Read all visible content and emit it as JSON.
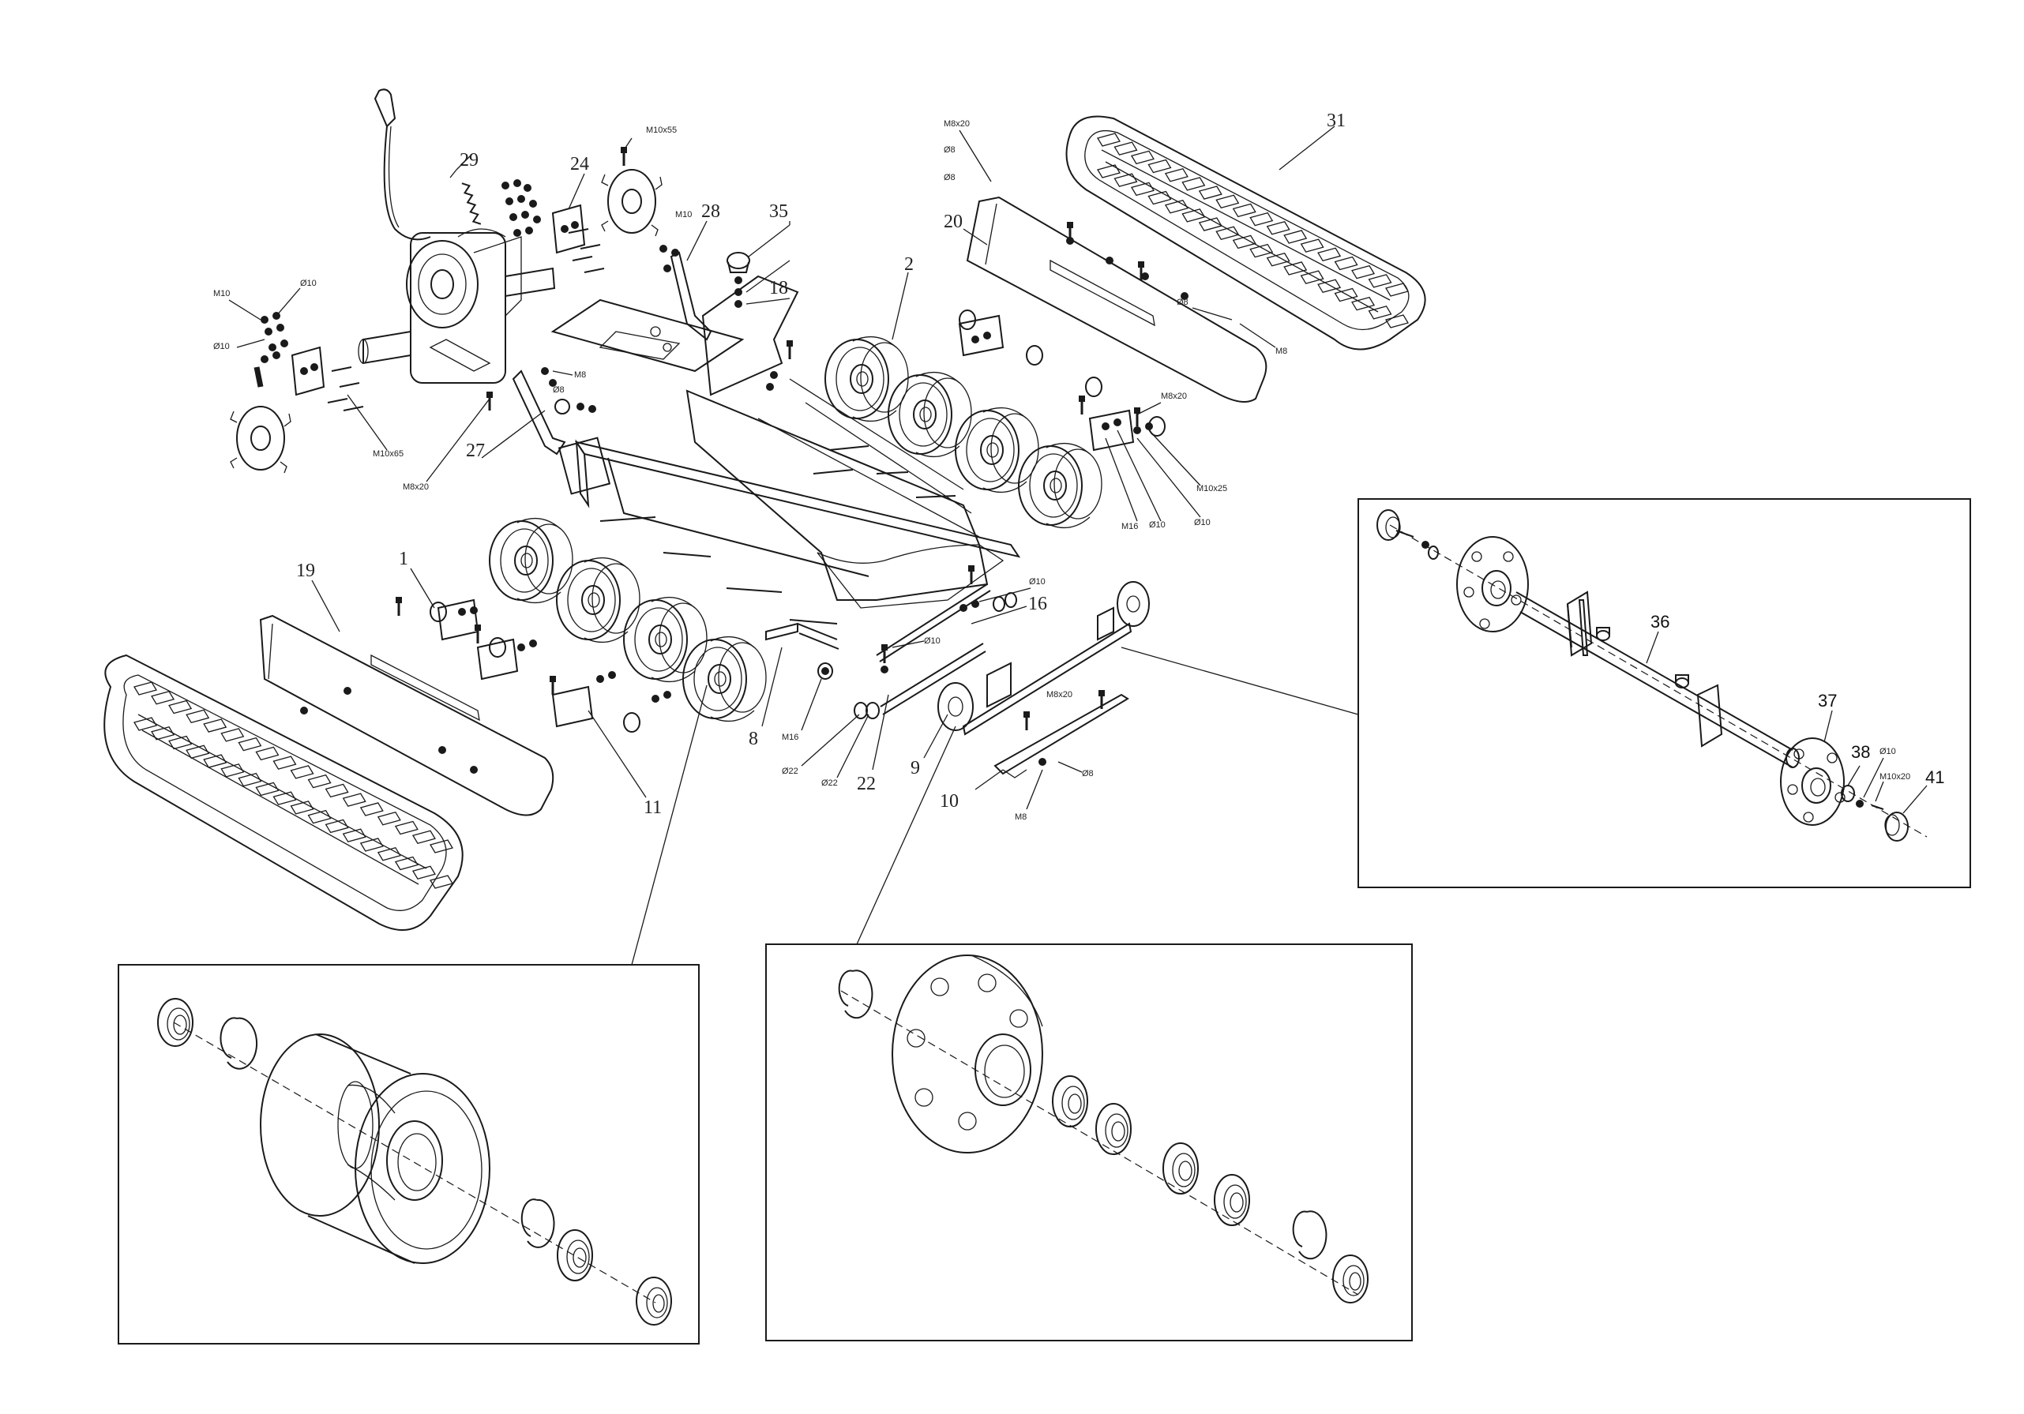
{
  "callouts": {
    "c1": "1",
    "c2": "2",
    "c8": "8",
    "c9": "9",
    "c10": "10",
    "c11": "11",
    "c16": "16",
    "c18": "18",
    "c19": "19",
    "c20": "20",
    "c22": "22",
    "c24": "24",
    "c27": "27",
    "c28": "28",
    "c29": "29",
    "c31": "31",
    "c35": "35",
    "c36": "36",
    "c37": "37",
    "c38": "38",
    "c41": "41"
  },
  "fasteners": {
    "m10x55": "M10x55",
    "m10_a": "M10",
    "o10_a": "Ø10",
    "m10_b": "M10",
    "o10_b": "Ø10",
    "m10x65": "M10x65",
    "m8x20_a": "M8x20",
    "m8_a": "M8",
    "o8_a": "Ø8",
    "m8x20_b": "M8x20",
    "o8_b": "Ø8",
    "o8_c": "Ø8",
    "o8_d": "Ø8",
    "m8_b": "M8",
    "m8x20_c": "M8x20",
    "m10x25": "M10x25",
    "m16_a": "M16",
    "o10_c": "Ø10",
    "o10_d": "Ø10",
    "o10_e": "Ø10",
    "o10_f": "Ø10",
    "m16_b": "M16",
    "o22_a": "Ø22",
    "o22_b": "Ø22",
    "m8x20_d": "M8x20",
    "o8_e": "Ø8",
    "m8_c": "M8",
    "o10_g": "Ø10",
    "m10x20": "M10x20"
  }
}
